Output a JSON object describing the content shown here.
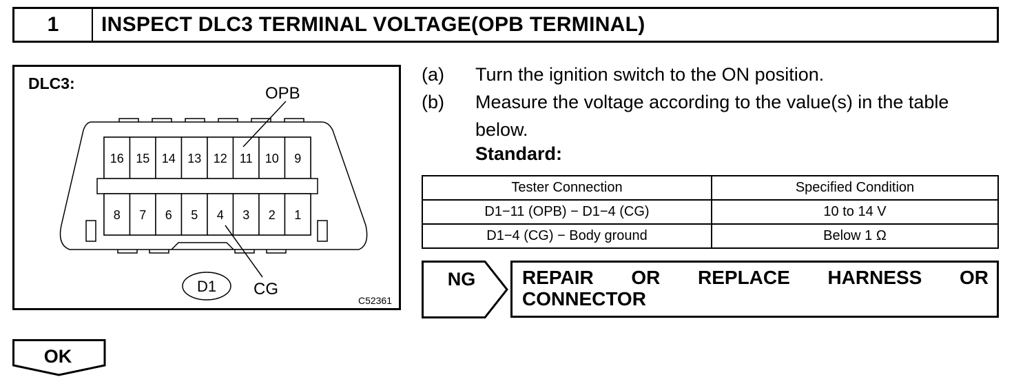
{
  "header": {
    "step_number": "1",
    "title": "INSPECT DLC3 TERMINAL VOLTAGE(OPB TERMINAL)"
  },
  "figure": {
    "title": "DLC3:",
    "label_opb": "OPB",
    "label_cg": "CG",
    "connector_id": "D1",
    "figure_code": "C52361",
    "top_pins": [
      "16",
      "15",
      "14",
      "13",
      "12",
      "11",
      "10",
      "9"
    ],
    "bottom_pins": [
      "8",
      "7",
      "6",
      "5",
      "4",
      "3",
      "2",
      "1"
    ]
  },
  "instructions": [
    {
      "mark": "(a)",
      "lines": [
        "Turn the ignition switch to the ON position."
      ]
    },
    {
      "mark": "(b)",
      "lines": [
        "Measure the voltage according to the value(s) in the table",
        "below."
      ]
    }
  ],
  "standard_label": "Standard:",
  "table": {
    "headers": [
      "Tester Connection",
      "Specified Condition"
    ],
    "rows": [
      [
        "D1−11 (OPB) − D1−4 (CG)",
        "10 to 14 V"
      ],
      [
        "D1−4 (CG) − Body ground",
        "Below 1 Ω"
      ]
    ]
  },
  "ng": {
    "tag": "NG",
    "action_words": [
      "REPAIR",
      "OR",
      "REPLACE",
      "HARNESS",
      "OR"
    ],
    "action_line2": "CONNECTOR"
  },
  "ok": {
    "tag": "OK"
  }
}
